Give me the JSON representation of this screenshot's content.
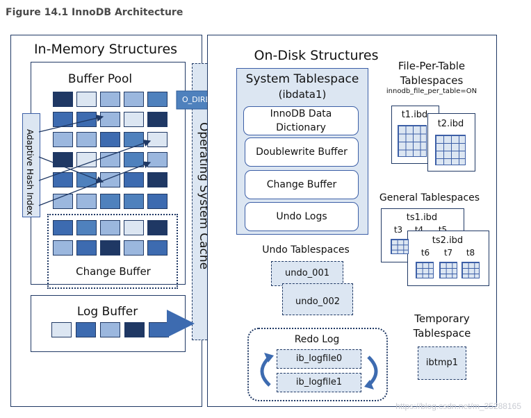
{
  "figure_title": "Figure 14.1 InnoDB Architecture",
  "in_memory": {
    "title": "In-Memory Structures",
    "buffer_pool": "Buffer Pool",
    "adaptive_hash_index": "Adaptive Hash Index",
    "change_buffer": "Change Buffer",
    "log_buffer": "Log Buffer"
  },
  "os_cache": {
    "label": "Operating System Cache",
    "o_direct": "O_DIRECT"
  },
  "on_disk": {
    "title": "On-Disk Structures",
    "system_tablespace": {
      "title": "System Tablespace",
      "subtitle": "(ibdata1)",
      "items": [
        "InnoDB Data\nDictionary",
        "Doublewrite Buffer",
        "Change Buffer",
        "Undo Logs"
      ]
    },
    "file_per_table": {
      "title": "File-Per-Table\nTablespaces",
      "setting": "innodb_file_per_table=ON",
      "files": [
        "t1.ibd",
        "t2.ibd"
      ]
    },
    "general_tablespaces": {
      "title": "General Tablespaces",
      "ts1": "ts1.ibd",
      "ts1_tables": [
        "t3",
        "t4",
        "t5"
      ],
      "ts2": "ts2.ibd",
      "ts2_tables": [
        "t6",
        "t7",
        "t8"
      ]
    },
    "undo_tablespaces": {
      "title": "Undo Tablespaces",
      "files": [
        "undo_001",
        "undo_002"
      ]
    },
    "redo_log": {
      "title": "Redo Log",
      "files": [
        "ib_logfile0",
        "ib_logfile1"
      ]
    },
    "temporary_tablespace": {
      "title": "Temporary\nTablespace",
      "file": "ibtmp1"
    }
  },
  "colors": {
    "dark": "#1f3864",
    "mid": "#3d6bb0",
    "light": "#9bb7de",
    "pale": "#dce6f2",
    "accent": "#4f81bd"
  },
  "watermark": "https://blog.csdn.net/m_35288165"
}
